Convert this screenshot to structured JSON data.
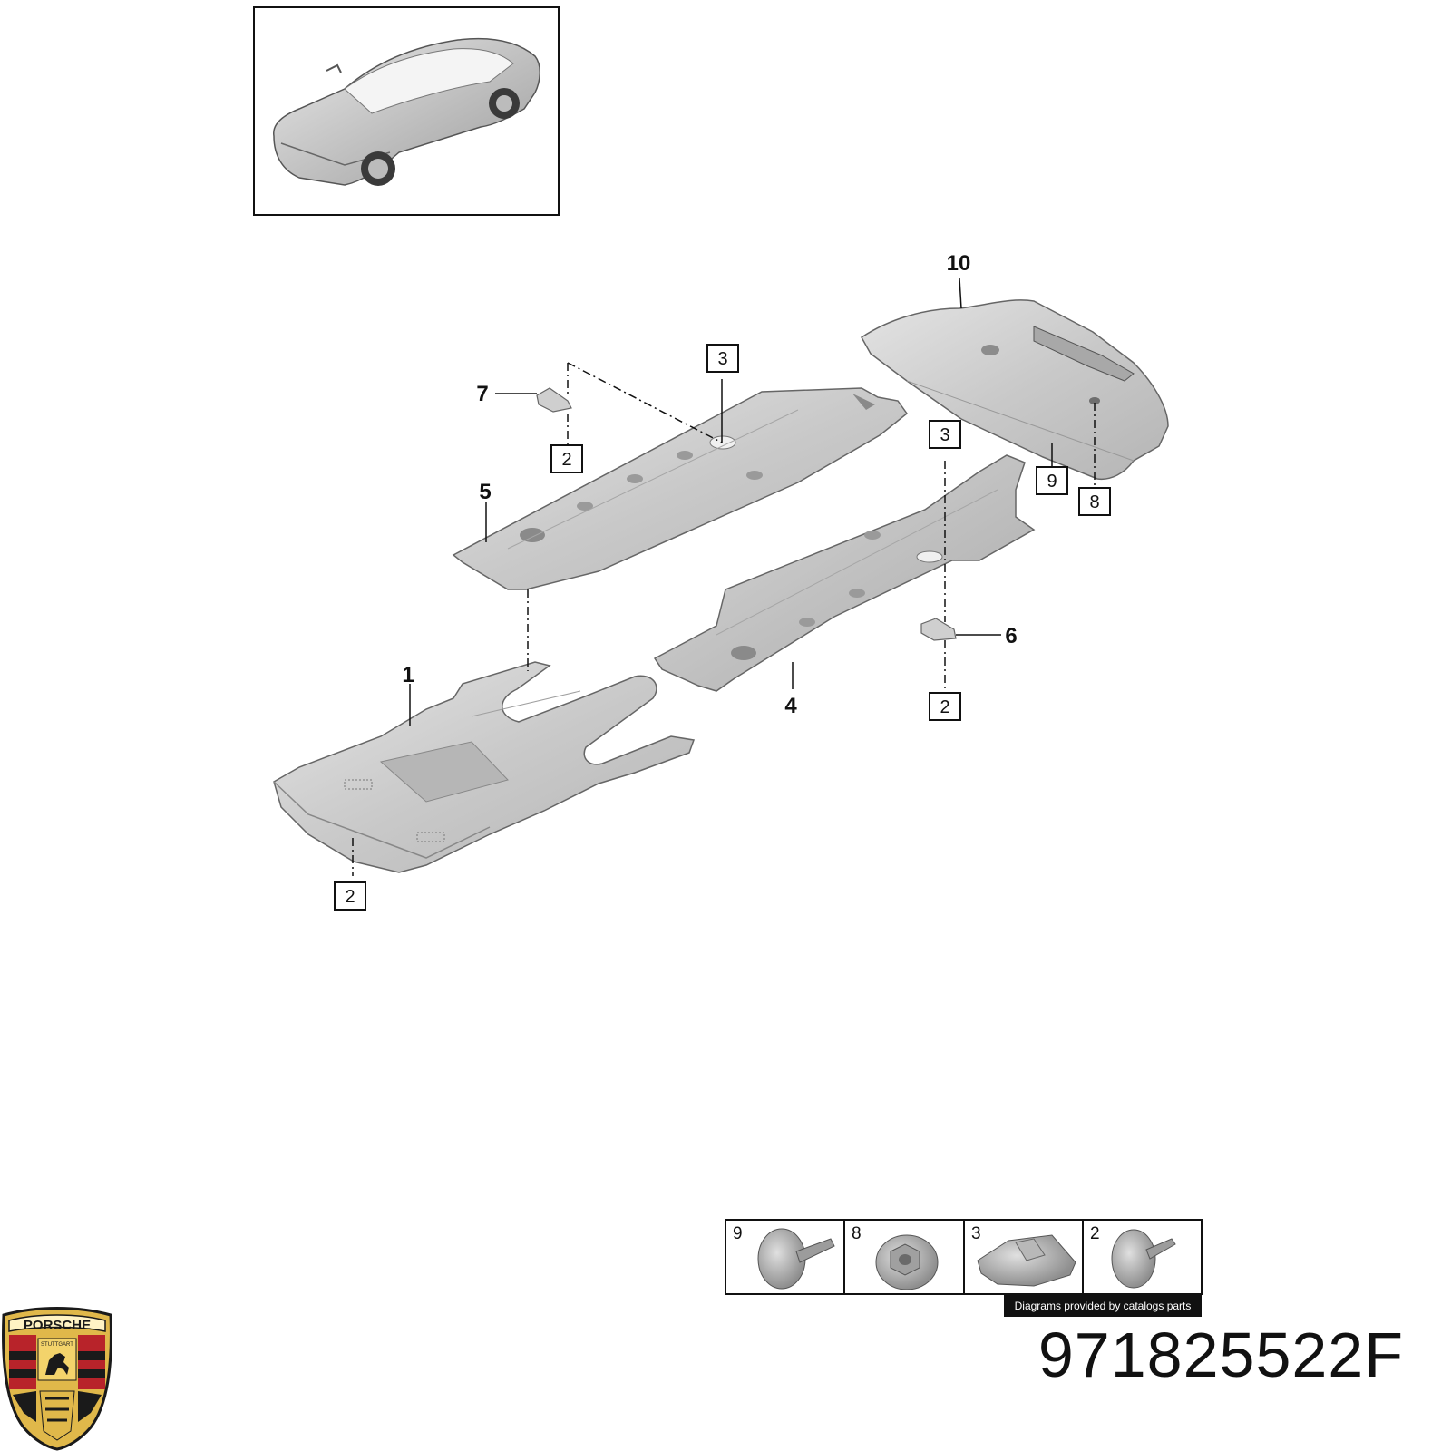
{
  "callouts": {
    "c1": "1",
    "c4": "4",
    "c5": "5",
    "c6": "6",
    "c7": "7",
    "c10": "10"
  },
  "boxes": {
    "b2_top": "2",
    "b3_top": "3",
    "b3_mid": "3",
    "b9": "9",
    "b8": "8",
    "b2_right": "2",
    "b2_bottom": "2"
  },
  "legend": {
    "cells": [
      {
        "number": "9",
        "icon": "bolt-with-washer-icon"
      },
      {
        "number": "8",
        "icon": "flange-nut-icon"
      },
      {
        "number": "3",
        "icon": "clip-icon"
      },
      {
        "number": "2",
        "icon": "screw-with-washer-icon"
      }
    ],
    "credit": "Diagrams provided by catalogs parts"
  },
  "logo": {
    "text": "PORSCHE",
    "subtext": "STUTTGART",
    "colors": {
      "gold": "#e0b84a",
      "red": "#b8232a",
      "black": "#1a1a1a"
    }
  },
  "part_number": "971825522F"
}
